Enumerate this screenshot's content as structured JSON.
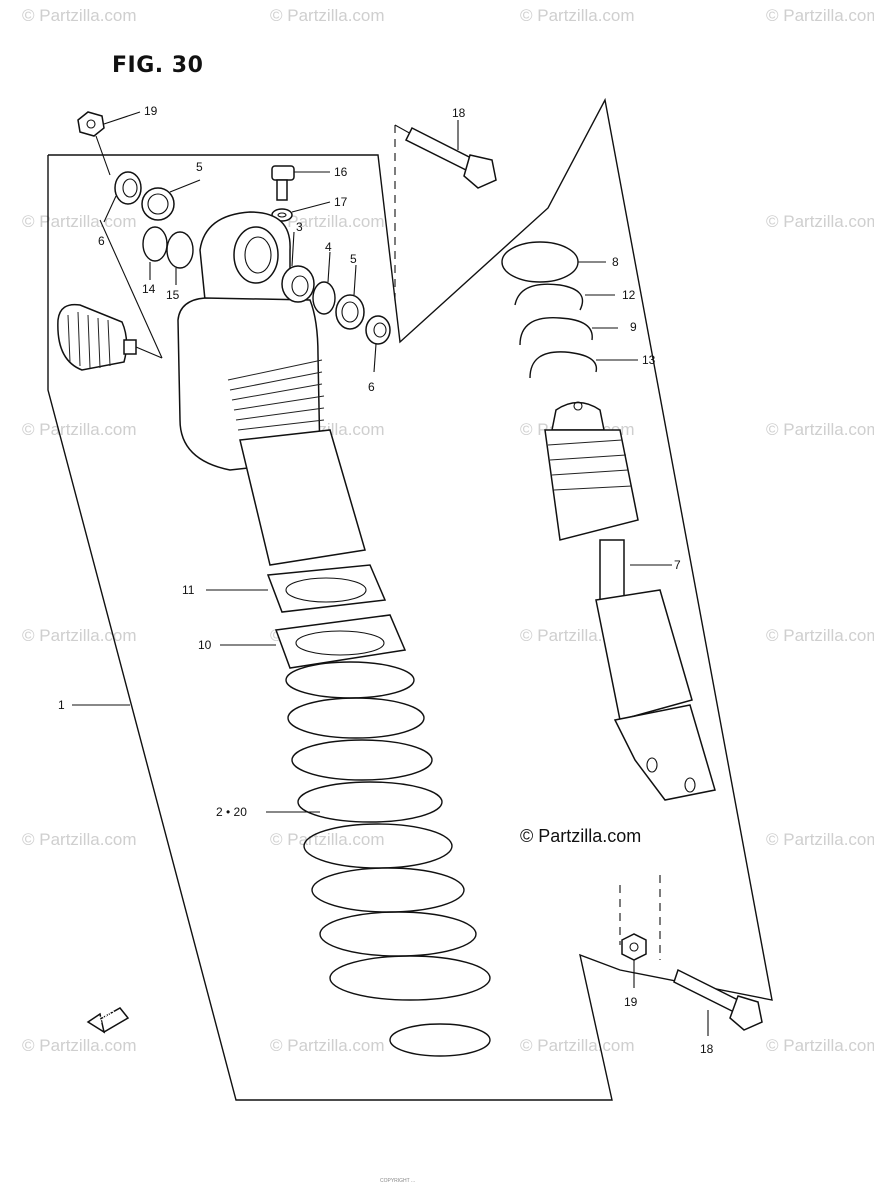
{
  "figure_title": "FIG. 30",
  "watermark_text": "© Partzilla.com",
  "main_watermark": "© Partzilla.com",
  "footer_text": "COPYRIGHT ...",
  "fwd_label": "FWD",
  "callouts": {
    "c1": "1",
    "c2_20": "2 • 20",
    "c3": "3",
    "c4": "4",
    "c5a": "5",
    "c5b": "5",
    "c6a": "6",
    "c6b": "6",
    "c7": "7",
    "c8": "8",
    "c9": "9",
    "c10": "10",
    "c11": "11",
    "c12": "12",
    "c13": "13",
    "c14": "14",
    "c15": "15",
    "c16": "16",
    "c17": "17",
    "c18a": "18",
    "c18b": "18",
    "c19a": "19",
    "c19b": "19"
  },
  "colors": {
    "line": "#111111",
    "watermark": "#cfcfcf",
    "background": "#ffffff"
  }
}
